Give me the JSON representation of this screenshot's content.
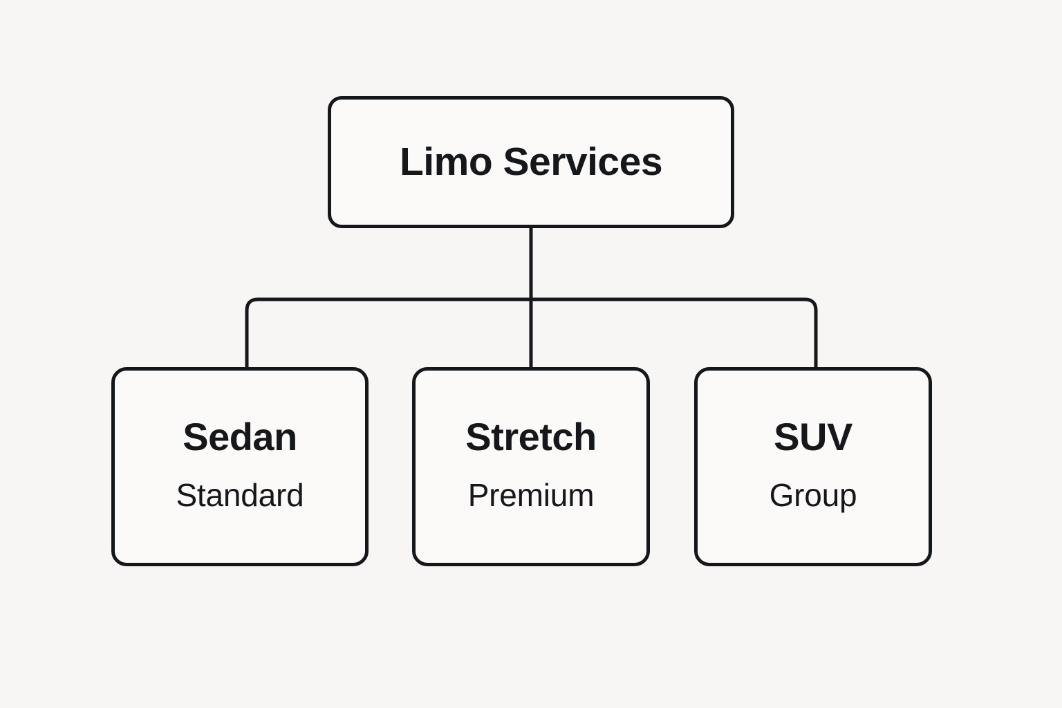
{
  "diagram": {
    "type": "org-chart",
    "background_color": "#f7f6f4",
    "node_fill_color": "#fbfaf9",
    "stroke_color": "#15171a",
    "root": {
      "title": "Limo Services"
    },
    "children": [
      {
        "title": "Sedan",
        "subtitle": "Standard"
      },
      {
        "title": "Stretch",
        "subtitle": "Premium"
      },
      {
        "title": "SUV",
        "subtitle": "Group"
      }
    ]
  }
}
